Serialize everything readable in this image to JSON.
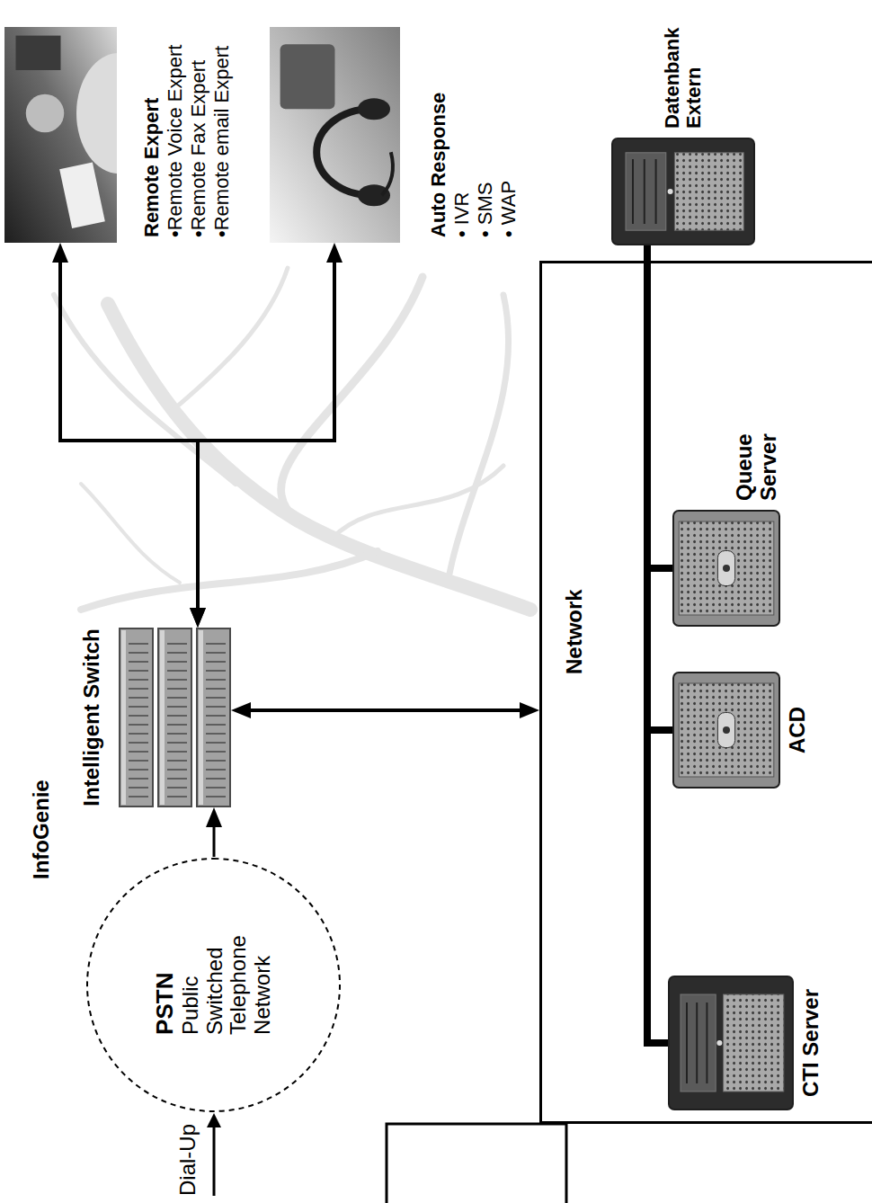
{
  "diagram": {
    "nodes": [
      {
        "text": [
          "PSTN",
          "Public Switched Telephone Network"
        ]
      },
      {
        "text": [
          "InfoGenie",
          "Intelligent Switch"
        ]
      },
      {
        "text": [
          "Remote Expert",
          "•Remote Voice Expert",
          "•Remote Fax Expert",
          "•Remote email Expert"
        ]
      },
      {
        "text": [
          "Auto Response",
          "• IVR",
          "• SMS",
          "• WAP"
        ]
      },
      {
        "text": [
          "Network"
        ]
      },
      {
        "text": [
          "CTI Server"
        ],
        "in": 4
      },
      {
        "text": [
          "ACD"
        ],
        "in": 4
      },
      {
        "text": [
          "Queue Server"
        ],
        "in": 4
      },
      {
        "text": [
          "Datenbank Extern"
        ]
      }
    ],
    "edges": [
      {
        "from": 0,
        "to": 1,
        "arrow": "to"
      },
      {
        "from": 1,
        "to": 2,
        "arrow": "both"
      },
      {
        "from": 1,
        "to": 3,
        "arrow": "both"
      },
      {
        "from": 1,
        "to": 4,
        "arrow": "both"
      },
      {
        "from": 5,
        "to": 6,
        "arrow": "none"
      },
      {
        "from": 5,
        "to": 7,
        "arrow": "none"
      },
      {
        "from": 5,
        "to": 8,
        "arrow": "none"
      }
    ],
    "labels": [
      "Dial-Up"
    ]
  }
}
